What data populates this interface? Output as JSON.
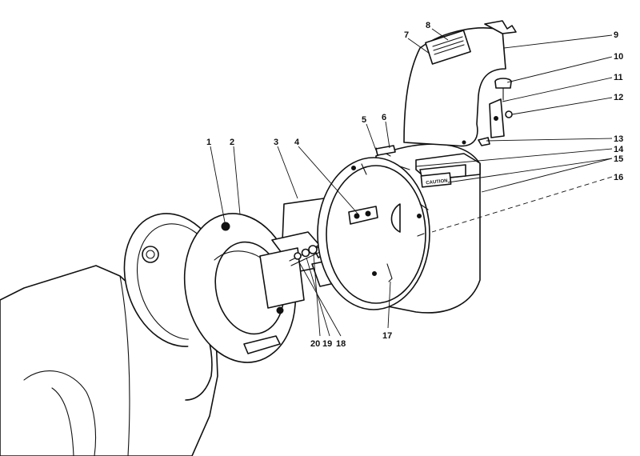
{
  "diagram": {
    "callouts": [
      "1",
      "2",
      "3",
      "4",
      "5",
      "6",
      "7",
      "8",
      "9",
      "10",
      "11",
      "12",
      "13",
      "14",
      "15",
      "16",
      "17",
      "18",
      "19",
      "20"
    ],
    "plate_label": "CAUTION"
  }
}
